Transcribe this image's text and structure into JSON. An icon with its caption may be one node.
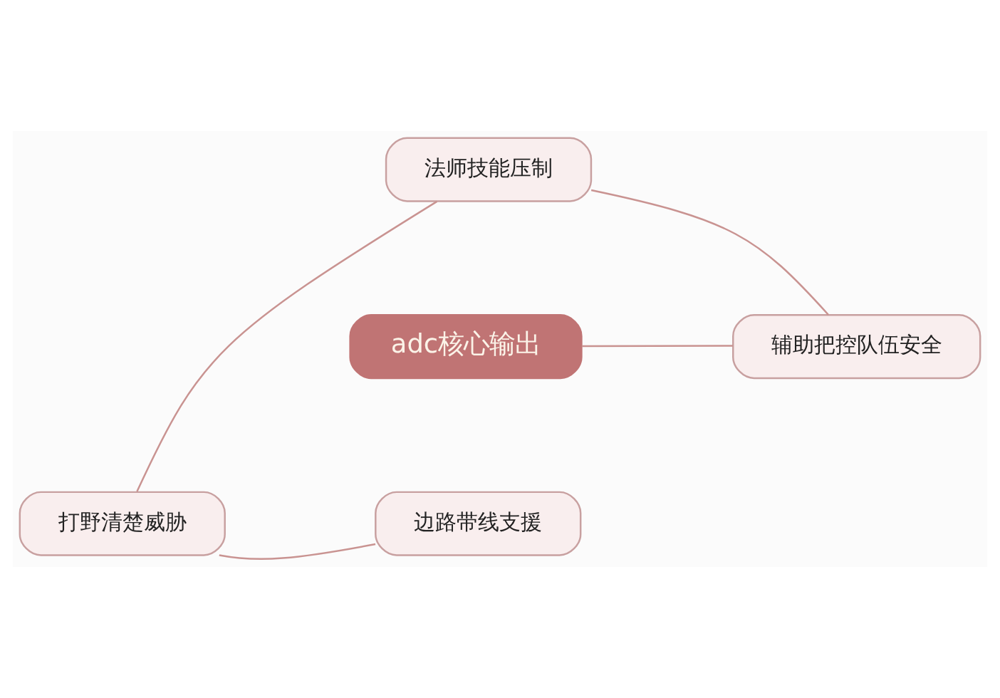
{
  "diagram": {
    "nodes": [
      {
        "text": [
          "法师技能压制"
        ]
      },
      {
        "text": [
          "辅助把控队伍安全"
        ]
      },
      {
        "text": [
          "adc核心输出"
        ]
      },
      {
        "text": [
          "边路带线支援"
        ]
      },
      {
        "text": [
          "打野清楚威胁"
        ]
      }
    ],
    "edges": [
      {
        "from": 2,
        "to": 1,
        "arrow": "none"
      },
      {
        "from": 1,
        "to": 0,
        "arrow": "none"
      },
      {
        "from": 0,
        "to": 4,
        "arrow": "none"
      },
      {
        "from": 4,
        "to": 3,
        "arrow": "none"
      }
    ]
  }
}
